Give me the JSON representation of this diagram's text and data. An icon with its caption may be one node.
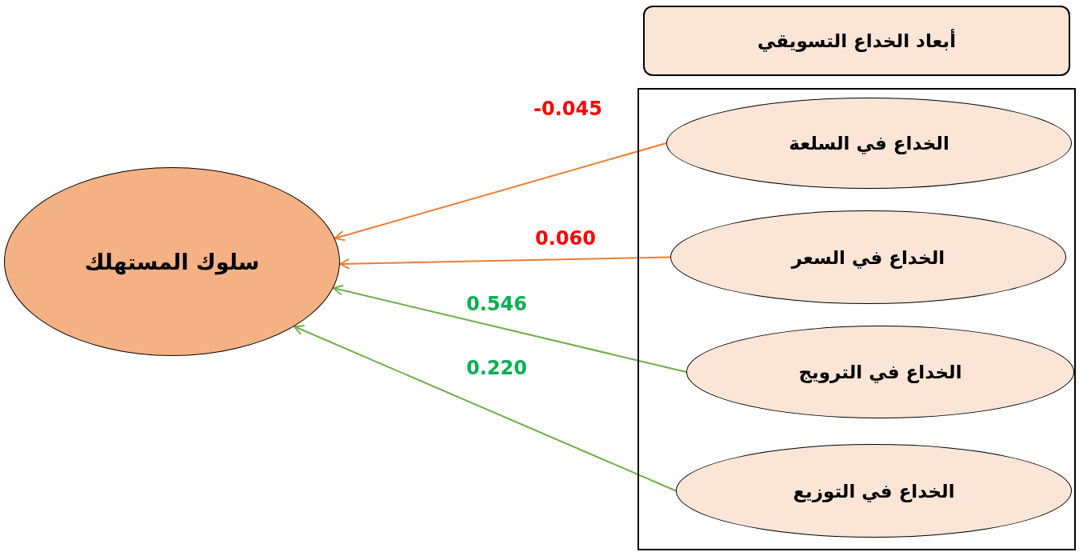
{
  "diagram": {
    "nodes": [
      {
        "text": [
          "أبعاد الخداع التسويقي"
        ]
      },
      {
        "text": [],
        "shape": "box"
      },
      {
        "text": [
          "الخداع في السلعة"
        ],
        "in": 1
      },
      {
        "text": [
          "الخداع في السعر"
        ],
        "in": 1
      },
      {
        "text": [
          "الخداع في الترويج"
        ],
        "in": 1
      },
      {
        "text": [
          "الخداع في التوزيع"
        ],
        "in": 1
      },
      {
        "text": [
          "سلوك المستهلك"
        ]
      }
    ],
    "edges": [
      {
        "from": 2,
        "to": 6,
        "arrow": "to",
        "label": "-0.045",
        "color": "#ed7d31"
      },
      {
        "from": 3,
        "to": 6,
        "arrow": "to",
        "label": "0.060",
        "color": "#ed7d31"
      },
      {
        "from": 4,
        "to": 6,
        "arrow": "to",
        "label": "0.546",
        "color": "#70ad47"
      },
      {
        "from": 5,
        "to": 6,
        "arrow": "to",
        "label": "0.220",
        "color": "#70ad47"
      }
    ]
  }
}
